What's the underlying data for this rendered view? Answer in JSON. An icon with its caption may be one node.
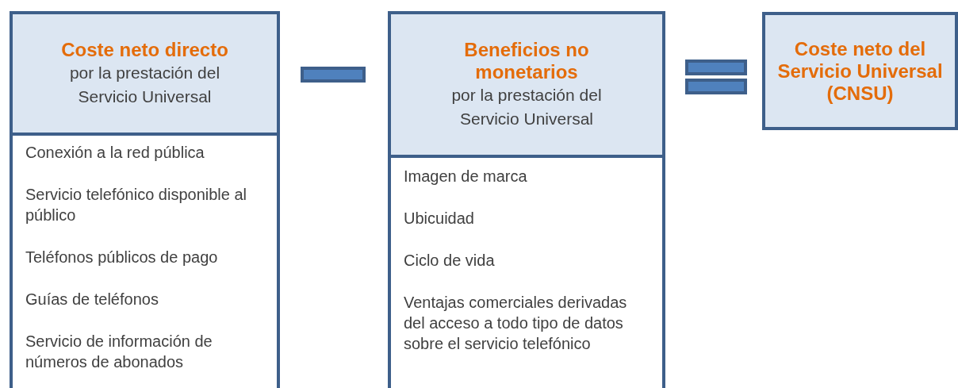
{
  "diagram": {
    "nodes": [
      {
        "text": [
          "Coste neto directo",
          "por la prestación del Servicio Universal"
        ]
      },
      {
        "text": [
          "Conexión a la red pública",
          "Servicio telefónico disponible al público",
          "Teléfonos públicos de pago",
          "Guías de teléfonos",
          "Servicio de información de números de abonados"
        ]
      },
      {
        "text": [],
        "shape": "minus"
      },
      {
        "text": [
          "Beneficios no monetarios",
          "por la prestación del Servicio Universal"
        ]
      },
      {
        "text": [
          "Imagen de marca",
          "Ubicuidad",
          "Ciclo de vida",
          "Ventajas comerciales derivadas del acceso a todo tipo de datos sobre el servicio telefónico"
        ]
      },
      {
        "text": [],
        "shape": "equals"
      },
      {
        "text": [
          "Coste neto del Servicio Universal (CNSU)"
        ]
      }
    ]
  }
}
